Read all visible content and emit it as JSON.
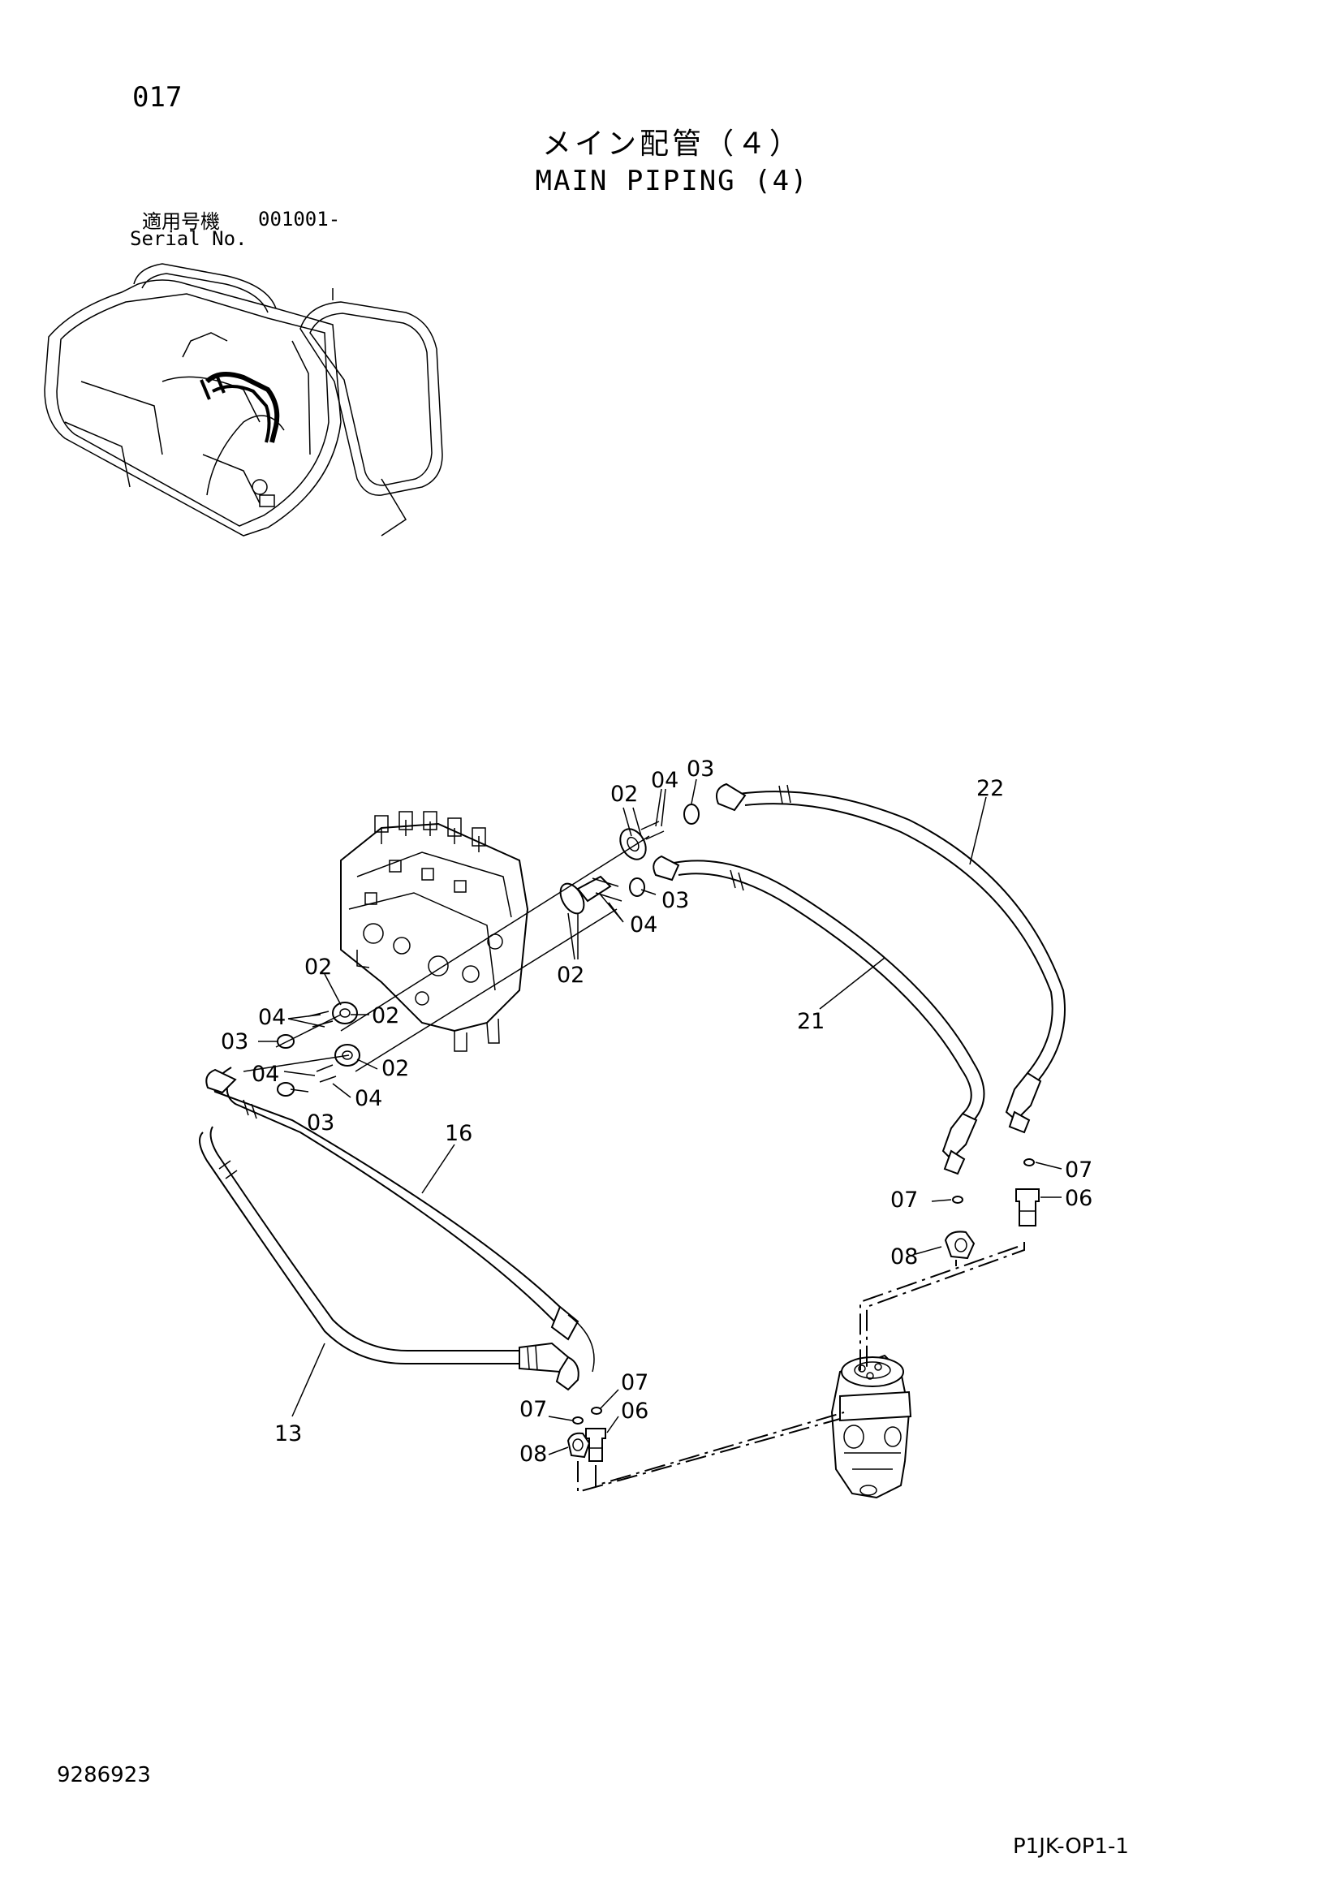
{
  "header": {
    "page_number": "017",
    "title_ja": "メイン配管（４）",
    "title_en": "MAIN PIPING (4)",
    "serial_label_ja": "適用号機",
    "serial_value": "001001-",
    "serial_label_en": "Serial No."
  },
  "callouts": {
    "c1": "02",
    "c2": "04",
    "c3": "03",
    "c4": "22",
    "c5": "03",
    "c6": "04",
    "c7": "02",
    "c8": "21",
    "c9": "02",
    "c10": "04",
    "c11": "02",
    "c12": "03",
    "c13": "04",
    "c14": "02",
    "c15": "03",
    "c16": "04",
    "c17": "16",
    "c18": "07",
    "c19": "07",
    "c20": "06",
    "c21": "08",
    "c22": "13",
    "c23": "07",
    "c24": "07",
    "c25": "06",
    "c26": "08"
  },
  "footer": {
    "doc_number": "9286923",
    "page_code": "P1JK-OP1-1"
  }
}
